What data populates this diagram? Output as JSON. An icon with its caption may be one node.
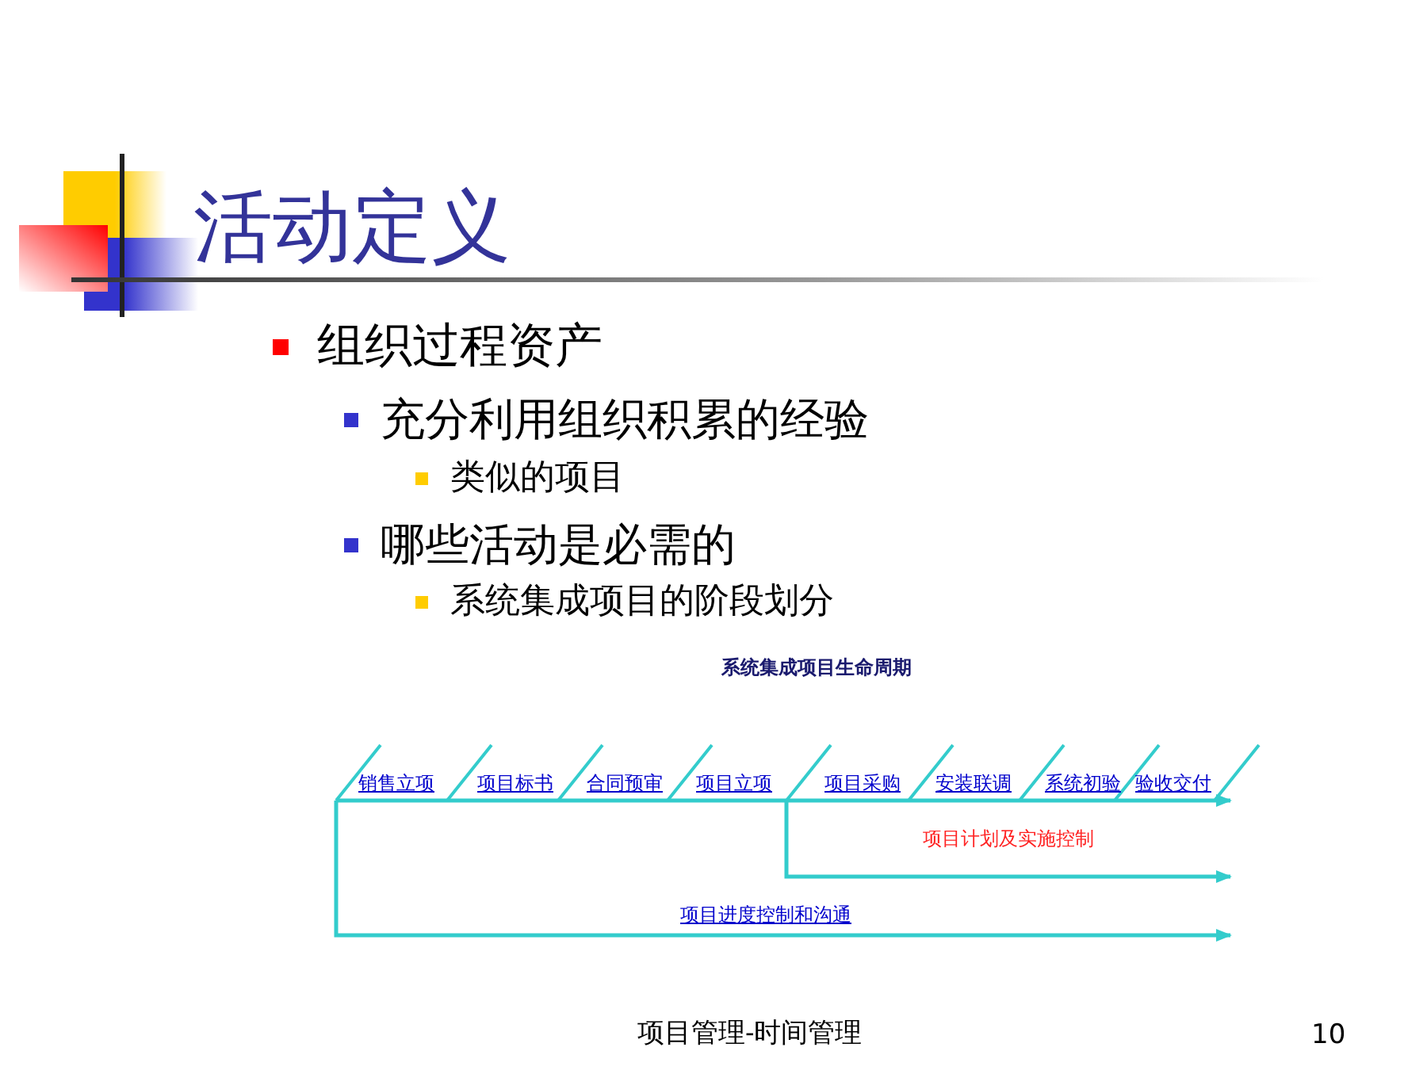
{
  "diagram": {
    "title": "活动定义",
    "labels": [
      "组织过程资产",
      "充分利用组织积累的经验",
      "类似的项目",
      "哪些活动是必需的",
      "系统集成项目的阶段划分",
      "系统集成项目生命周期",
      "销售立项",
      "项目标书",
      "合同预审",
      "项目立项",
      "项目采购",
      "安装联调",
      "系统初验",
      "验收交付",
      "项目计划及实施控制",
      "项目进度控制和沟通",
      "项目管理-时间管理",
      "10"
    ]
  }
}
